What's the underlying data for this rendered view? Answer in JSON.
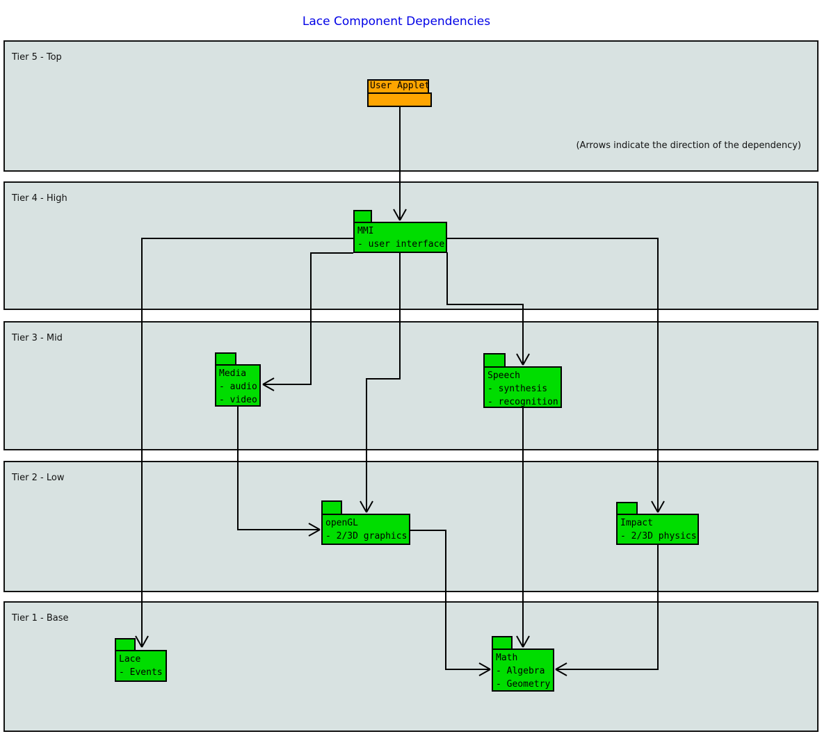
{
  "title": "Lace Component Dependencies",
  "annotation": "(Arrows indicate the direction of the dependency)",
  "tiers": [
    {
      "label": "Tier 5 - Top"
    },
    {
      "label": "Tier 4 - High"
    },
    {
      "label": "Tier 3 - Mid"
    },
    {
      "label": "Tier 2 - Low"
    },
    {
      "label": "Tier 1 - Base"
    }
  ],
  "components": {
    "user_applet": {
      "name": "User Applet",
      "lines": []
    },
    "mmi": {
      "name": "MMI",
      "lines": [
        "- user interface"
      ]
    },
    "media": {
      "name": "Media",
      "lines": [
        "- audio",
        "- video"
      ]
    },
    "speech": {
      "name": "Speech",
      "lines": [
        "- synthesis",
        "- recognition"
      ]
    },
    "opengl": {
      "name": "openGL",
      "lines": [
        "- 2/3D graphics"
      ]
    },
    "impact": {
      "name": "Impact",
      "lines": [
        "- 2/3D physics"
      ]
    },
    "lace": {
      "name": "Lace",
      "lines": [
        "- Events"
      ]
    },
    "math": {
      "name": "Math",
      "lines": [
        "- Algebra",
        "- Geometry"
      ]
    }
  },
  "edges": [
    {
      "from": "User Applet",
      "to": "MMI"
    },
    {
      "from": "MMI",
      "to": "Lace"
    },
    {
      "from": "MMI",
      "to": "Media"
    },
    {
      "from": "MMI",
      "to": "openGL"
    },
    {
      "from": "MMI",
      "to": "Speech"
    },
    {
      "from": "MMI",
      "to": "Impact"
    },
    {
      "from": "Media",
      "to": "openGL"
    },
    {
      "from": "openGL",
      "to": "Math"
    },
    {
      "from": "Speech",
      "to": "Math"
    },
    {
      "from": "Impact",
      "to": "Math"
    }
  ],
  "colors": {
    "component": "#00dd00",
    "top_component": "#ffa500",
    "tier_background": "#d8e2e1",
    "title": "#0000e6",
    "edge": "#000000"
  }
}
